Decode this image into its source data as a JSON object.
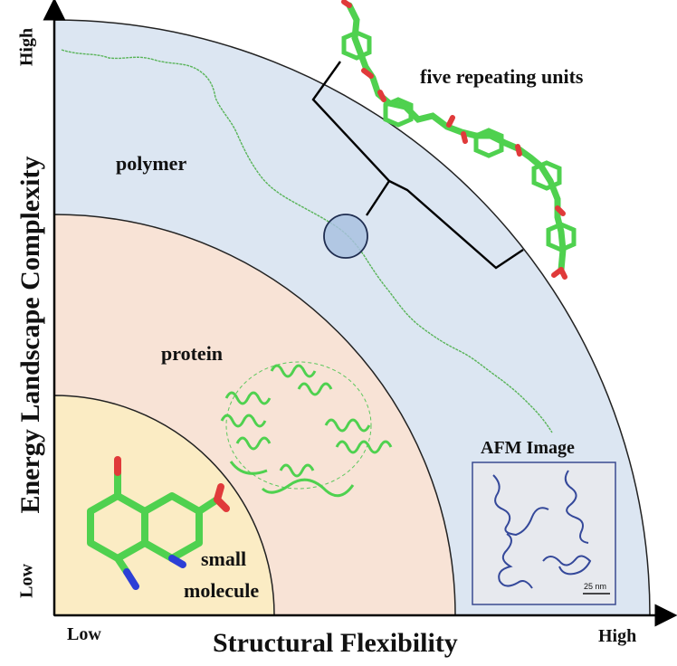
{
  "axes": {
    "y_label": "Energy Landscape Complexity",
    "y_low": "Low",
    "y_high": "High",
    "x_label": "Structural Flexibility",
    "x_low": "Low",
    "x_high": "High"
  },
  "regions": {
    "polymer": "polymer",
    "protein": "protein",
    "small_molecule_line1": "small",
    "small_molecule_line2": "molecule"
  },
  "callouts": {
    "repeating_units": "five repeating units",
    "afm_title": "AFM Image",
    "afm_scale": "25 nm"
  },
  "colors": {
    "polymer_region": "#dce6f2",
    "protein_region": "#f8e3d6",
    "small_molecule_region": "#fbecc4",
    "molecule_carbon": "#4fd14f",
    "oxygen": "#e03a3a",
    "nitrogen": "#2c3fd6",
    "afm_chain": "#34489a"
  }
}
